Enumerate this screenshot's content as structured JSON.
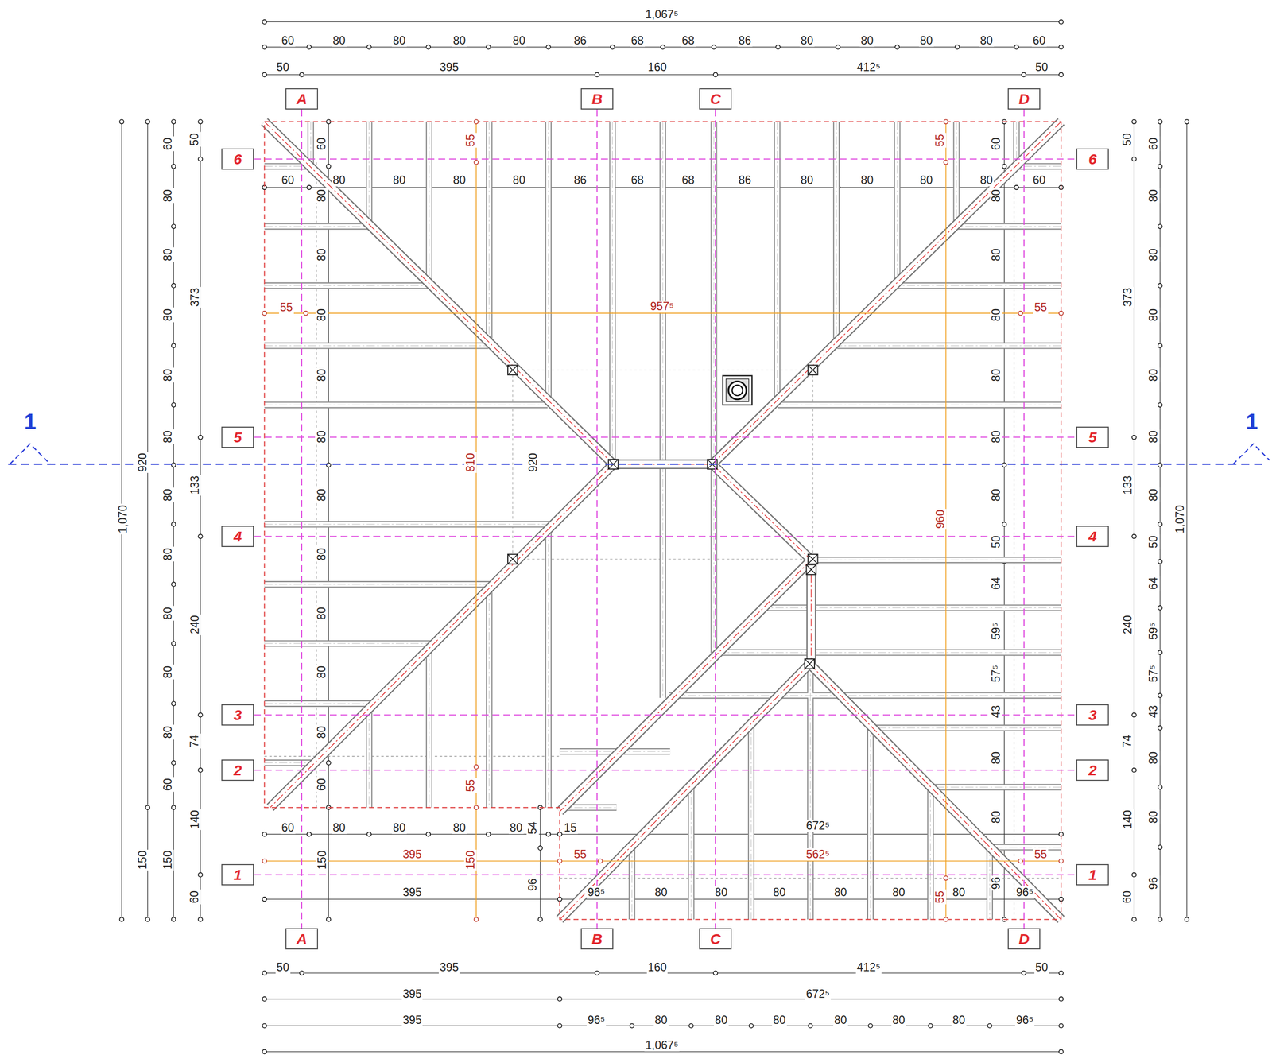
{
  "diagram": {
    "nodes": [
      {
        "text": [
          "A"
        ]
      },
      {
        "text": [
          "B"
        ]
      },
      {
        "text": [
          "C"
        ]
      },
      {
        "text": [
          "D"
        ]
      },
      {
        "text": [
          "6"
        ]
      },
      {
        "text": [
          "6"
        ]
      },
      {
        "text": [
          "5"
        ]
      },
      {
        "text": [
          "5"
        ]
      },
      {
        "text": [
          "4"
        ]
      },
      {
        "text": [
          "4"
        ]
      },
      {
        "text": [
          "3"
        ]
      },
      {
        "text": [
          "3"
        ]
      },
      {
        "text": [
          "2"
        ]
      },
      {
        "text": [
          "2"
        ]
      },
      {
        "text": [
          "1"
        ]
      },
      {
        "text": [
          "1"
        ]
      },
      {
        "text": [
          "A"
        ]
      },
      {
        "text": [
          "B"
        ]
      },
      {
        "text": [
          "C"
        ]
      },
      {
        "text": [
          "D"
        ]
      }
    ],
    "edges": [
      {
        "from": 0,
        "to": 16,
        "arrow": "none"
      },
      {
        "from": 1,
        "to": 17,
        "arrow": "none"
      },
      {
        "from": 2,
        "to": 18,
        "arrow": "none"
      },
      {
        "from": 3,
        "to": 19,
        "arrow": "none"
      },
      {
        "from": 4,
        "to": 5,
        "arrow": "none"
      },
      {
        "from": 6,
        "to": 7,
        "arrow": "none"
      },
      {
        "from": 8,
        "to": 9,
        "arrow": "none"
      },
      {
        "from": 10,
        "to": 11,
        "arrow": "none"
      },
      {
        "from": 12,
        "to": 13,
        "arrow": "none"
      },
      {
        "from": 14,
        "to": 15,
        "arrow": "none"
      }
    ],
    "labels": [
      "1,067⁵",
      "60",
      "80",
      "80",
      "80",
      "80",
      "86",
      "68",
      "68",
      "86",
      "80",
      "80",
      "80",
      "80",
      "60",
      "50",
      "395",
      "160",
      "412⁵",
      "50",
      "60",
      "80",
      "80",
      "80",
      "80",
      "86",
      "68",
      "68",
      "86",
      "80",
      "80",
      "80",
      "80",
      "60",
      "55",
      "55",
      "55",
      "957⁵",
      "55",
      "1,070",
      "920",
      "150",
      "60",
      "80",
      "80",
      "80",
      "80",
      "80",
      "80",
      "80",
      "80",
      "80",
      "80",
      "60",
      "150",
      "50",
      "373",
      "133",
      "240",
      "74",
      "140",
      "60",
      "60",
      "80",
      "80",
      "80",
      "80",
      "80",
      "80",
      "80",
      "80",
      "80",
      "80",
      "60",
      "150",
      "810",
      "920",
      "960",
      "55",
      "150",
      "55",
      "60",
      "80",
      "80",
      "80",
      "80",
      "80",
      "80",
      "50",
      "64",
      "59⁵",
      "57⁵",
      "43",
      "80",
      "80",
      "96",
      "50",
      "373",
      "133",
      "240",
      "74",
      "140",
      "60",
      "60",
      "80",
      "80",
      "80",
      "80",
      "80",
      "80",
      "50",
      "64",
      "59⁵",
      "57⁵",
      "43",
      "80",
      "80",
      "96",
      "1,070",
      "60",
      "80",
      "80",
      "80",
      "80",
      "54",
      "15",
      "672⁵",
      "395",
      "55",
      "562⁵",
      "55",
      "395",
      "96",
      "96⁵",
      "80",
      "80",
      "80",
      "80",
      "80",
      "80",
      "96⁵",
      "50",
      "395",
      "160",
      "412⁵",
      "50",
      "395",
      "672⁵",
      "395",
      "96⁵",
      "80",
      "80",
      "80",
      "80",
      "80",
      "80",
      "96⁵",
      "1,067⁵",
      "1",
      "1"
    ]
  }
}
